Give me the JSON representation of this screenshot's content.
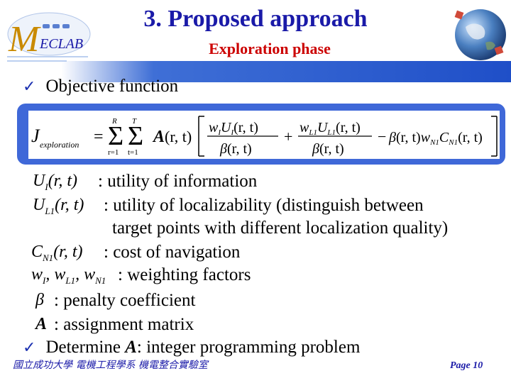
{
  "header": {
    "title": "3. Proposed approach",
    "subtitle": "Exploration phase",
    "logo_text": "ECLAB"
  },
  "bullets": [
    {
      "label": "Objective function"
    },
    {
      "label_prefix": "Determine ",
      "label_symbol": "A",
      "label_suffix": ": integer programming problem"
    }
  ],
  "formula": {
    "lhs": "J",
    "lhs_sub": "exploration",
    "sum_upper_1": "R",
    "sum_upper_2": "T",
    "sum_lower_1": "r=1",
    "sum_lower_2": "t=1",
    "term_A": "A(r,t)",
    "num1": "wIUI(r,t)",
    "den": "β(r,t)",
    "num2": "wL1UL1(r,t)",
    "term3": "β(r,t)wN1CN1(r,t)"
  },
  "definitions": [
    {
      "symbol": "UI(r,t)",
      "text": ": utility of information"
    },
    {
      "symbol": "UL1(r,t)",
      "text": ": utility of localizability (distinguish between"
    },
    {
      "symbol": "",
      "text": "target points with different localization quality)"
    },
    {
      "symbol": "CN1(r,t)",
      "text": ": cost of navigation"
    },
    {
      "symbol": "wI, wL1, wN1",
      "text": ": weighting factors"
    },
    {
      "symbol": "β",
      "text": ": penalty coefficient"
    },
    {
      "symbol": "A",
      "text": ": assignment matrix"
    }
  ],
  "footer": {
    "institution": "國立成功大學 電機工程學系 機電整合實驗室",
    "page": "Page 10"
  },
  "colors": {
    "title": "#1a1aa8",
    "subtitle": "#cc0000",
    "band": "#1f4fc8",
    "formula_border": "#3f68d8"
  }
}
